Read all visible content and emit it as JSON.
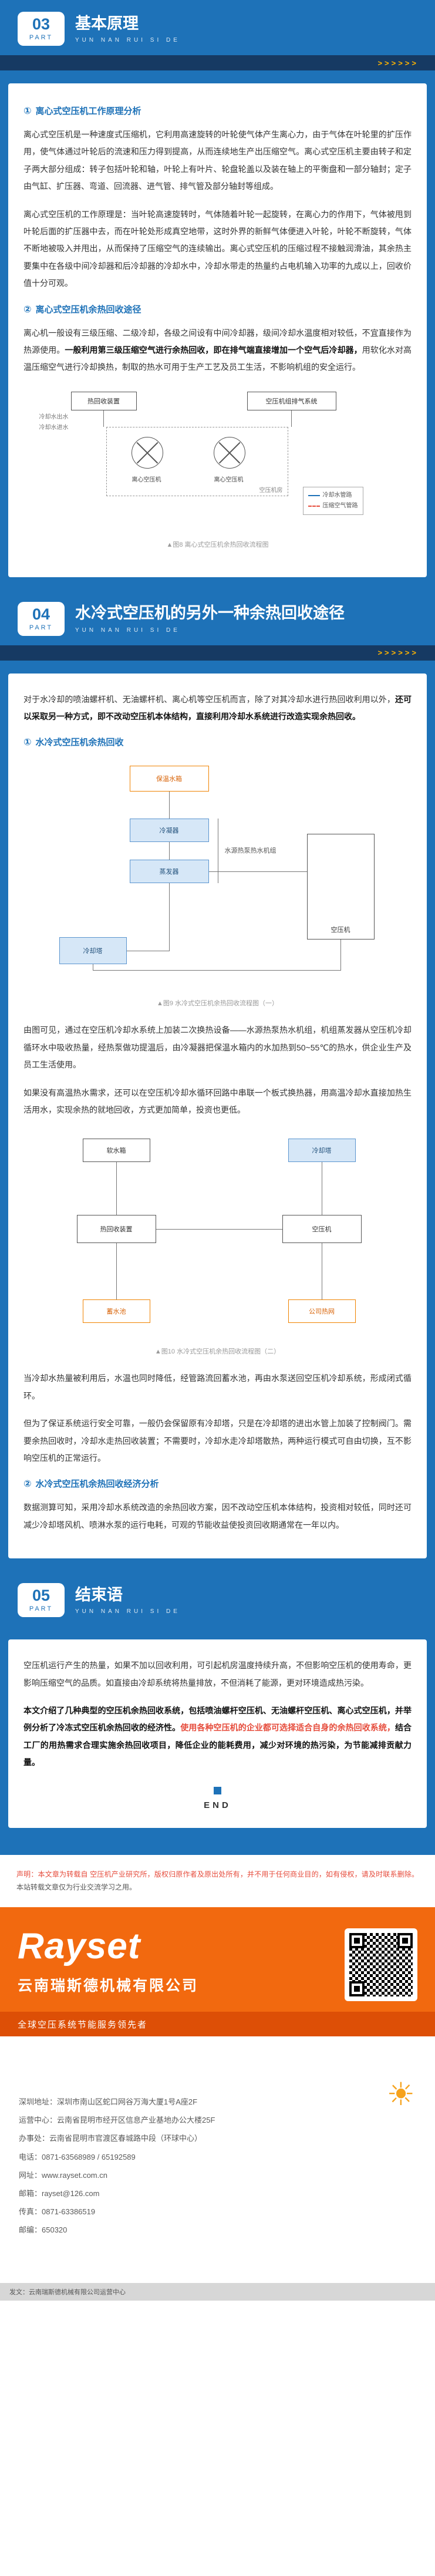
{
  "theme": {
    "page_bg": "#1e72b8",
    "band_bg": "#163a63",
    "arrow_color": "#ffb400",
    "brand_orange": "#f2690f",
    "red_text": "#e64c3c"
  },
  "s3": {
    "part": "03",
    "part_word": "PART",
    "title": "基本原理",
    "sub": "YUN NAN RUI SI DE",
    "arrows": ">>>>>>",
    "h1_num": "①",
    "h1": "离心式空压机工作原理分析",
    "p1": "离心式空压机是一种速度式压缩机，它利用高速旋转的叶轮使气体产生离心力，由于气体在叶轮里的扩压作用，使气体通过叶轮后的流速和压力得到提高，从而连续地生产出压缩空气。离心式空压机主要由转子和定子两大部分组成：转子包括叶轮和轴，叶轮上有叶片、轮盘轮盖以及装在轴上的平衡盘和一部分轴封；定子由气缸、扩压器、弯道、回流器、进气管、排气管及部分轴封等组成。",
    "p2": "离心式空压机的工作原理是：当叶轮高速旋转时，气体随着叶轮一起旋转，在离心力的作用下，气体被甩到叶轮后面的扩压器中去，而在叶轮处形成真空地带，这时外界的新鲜气体便进入叶轮，叶轮不断旋转，气体不断地被吸入并甩出，从而保持了压缩空气的连续输出。离心式空压机的压缩过程不接触润滑油，其余热主要集中在各级中间冷却器和后冷却器的冷却水中，冷却水带走的热量约占电机输入功率的九成以上，回收价值十分可观。",
    "h2_num": "②",
    "h2": "离心式空压机余热回收途径",
    "p3a": "离心机一般设有三级压缩、二级冷却，各级之间设有中间冷却器，级间冷却水温度相对较低，不宜直接作为热源使用。",
    "p3b": "一般利用第三级压缩空气进行余热回收，即在排气端直接增加一个空气后冷却器，",
    "p3c": "用软化水对高温压缩空气进行冷却换热，制取的热水可用于生产工艺及员工生活，不影响机组的安全运行。",
    "fig8": {
      "caption": "▲图8 离心式空压机余热回收流程图",
      "box_left": "热回收装置",
      "box_right": "空压机组排气系统",
      "fan_label": "离心空压机",
      "room": "空压机房",
      "pipe_out": "冷却水出水",
      "pipe_in": "冷却水进水",
      "legend_1": "冷却水管路",
      "legend_2": "压缩空气管路"
    }
  },
  "s4": {
    "part": "04",
    "part_word": "PART",
    "title": "水冷式空压机的另外一种余热回收途径",
    "sub": "YUN NAN RUI SI DE",
    "arrows": ">>>>>>",
    "i_a": "对于水冷却的喷油螺杆机、无油螺杆机、离心机等空压机而言，除了对其冷却水进行热回收利用以外，",
    "i_b": "还可以采取另一种方式，即不改动空压机本体结构，直接利用冷却水系统进行改造实现余热回收。",
    "h1_num": "①",
    "h1": "水冷式空压机余热回收",
    "fig9": {
      "caption": "▲图9 水冷式空压机余热回收流程图（一）",
      "tank": "保温水箱",
      "condenser": "冷凝器",
      "evaporator": "蒸发器",
      "heatpump": "水源热泵热水机组",
      "tower": "冷却塔",
      "compressor": "空压机"
    },
    "p1": "由图可见，通过在空压机冷却水系统上加装二次换热设备——水源热泵热水机组，机组蒸发器从空压机冷却循环水中吸收热量，经热泵做功提温后，由冷凝器把保温水箱内的水加热到50~55℃的热水，供企业生产及员工生活使用。",
    "p2": "如果没有高温热水需求，还可以在空压机冷却水循环回路中串联一个板式换热器，用高温冷却水直接加热生活用水，实现余热的就地回收，方式更加简单，投资也更低。",
    "fig10": {
      "caption": "▲图10 水冷式空压机余热回收流程图（二）",
      "softtank": "软水箱",
      "tower": "冷却塔",
      "recovery": "热回收装置",
      "compressor": "空压机",
      "pool": "蓄水池",
      "heatnet": "公司热网"
    },
    "p3": "当冷却水热量被利用后，水温也同时降低，经管路流回蓄水池，再由水泵送回空压机冷却系统，形成闭式循环。",
    "p4": "但为了保证系统运行安全可靠，一般仍会保留原有冷却塔，只是在冷却塔的进出水管上加装了控制阀门。需要余热回收时，冷却水走热回收装置；不需要时，冷却水走冷却塔散热，两种运行模式可自由切换，互不影响空压机的正常运行。",
    "h2_num": "②",
    "h2": "水冷式空压机余热回收经济分析",
    "p5": "数据测算可知，采用冷却水系统改造的余热回收方案，因不改动空压机本体结构，投资相对较低，同时还可减少冷却塔风机、喷淋水泵的运行电耗，可观的节能收益使投资回收期通常在一年以内。"
  },
  "s5": {
    "part": "05",
    "part_word": "PART",
    "title": "结束语",
    "sub": "YUN NAN RUI SI DE",
    "p1": "空压机运行产生的热量，如果不加以回收利用，可引起机房温度持续升高，不但影响空压机的使用寿命，更影响压缩空气的品质。如直接由冷却系统将热量排放，不但消耗了能源，更对环境造成热污染。",
    "p2_b1": "本文介绍了几种典型的空压机余热回收系统，包括喷油螺杆空压机、无油螺杆空压机、离心式空压机，并举例分析了冷冻式空压机余热回收的经济性。",
    "p2_red": "使用各种空压机的企业都可选择适合自身的余热回收系统，",
    "p2_b2": "结合工厂的用热需求合理实施余热回收项目，降低企业的能耗费用，减少对环境的热污染，为节能减排贡献力量。",
    "end_label": "END"
  },
  "disclaimer": {
    "red": "声明：本文章为转载自 空压机产业研究所，版权归原作者及原出处所有，并不用于任何商业目的，如有侵权，请及时联系删除。",
    "black": "本站转载文章仅为行业交流学习之用。"
  },
  "brand": {
    "logo": "Rayset",
    "company": "云南瑞斯德机械有限公司",
    "slogan": "全球空压系统节能服务领先者"
  },
  "contact": {
    "l1": "深圳地址：深圳市南山区蛇口网谷万海大厦1号A座2F",
    "l2": "运营中心：云南省昆明市经开区信息产业基地办公大楼25F",
    "l3": "办事处：云南省昆明市官渡区春城路中段（环球中心）",
    "l4": "电话：0871-63568989 / 65192589",
    "l5": "网址：www.rayset.com.cn",
    "l6": "邮箱：rayset@126.com",
    "l7": "传真：0871-63386519",
    "l8": "邮编：650320"
  },
  "bottom_bar": "发文：云南瑞斯德机械有限公司运营中心"
}
